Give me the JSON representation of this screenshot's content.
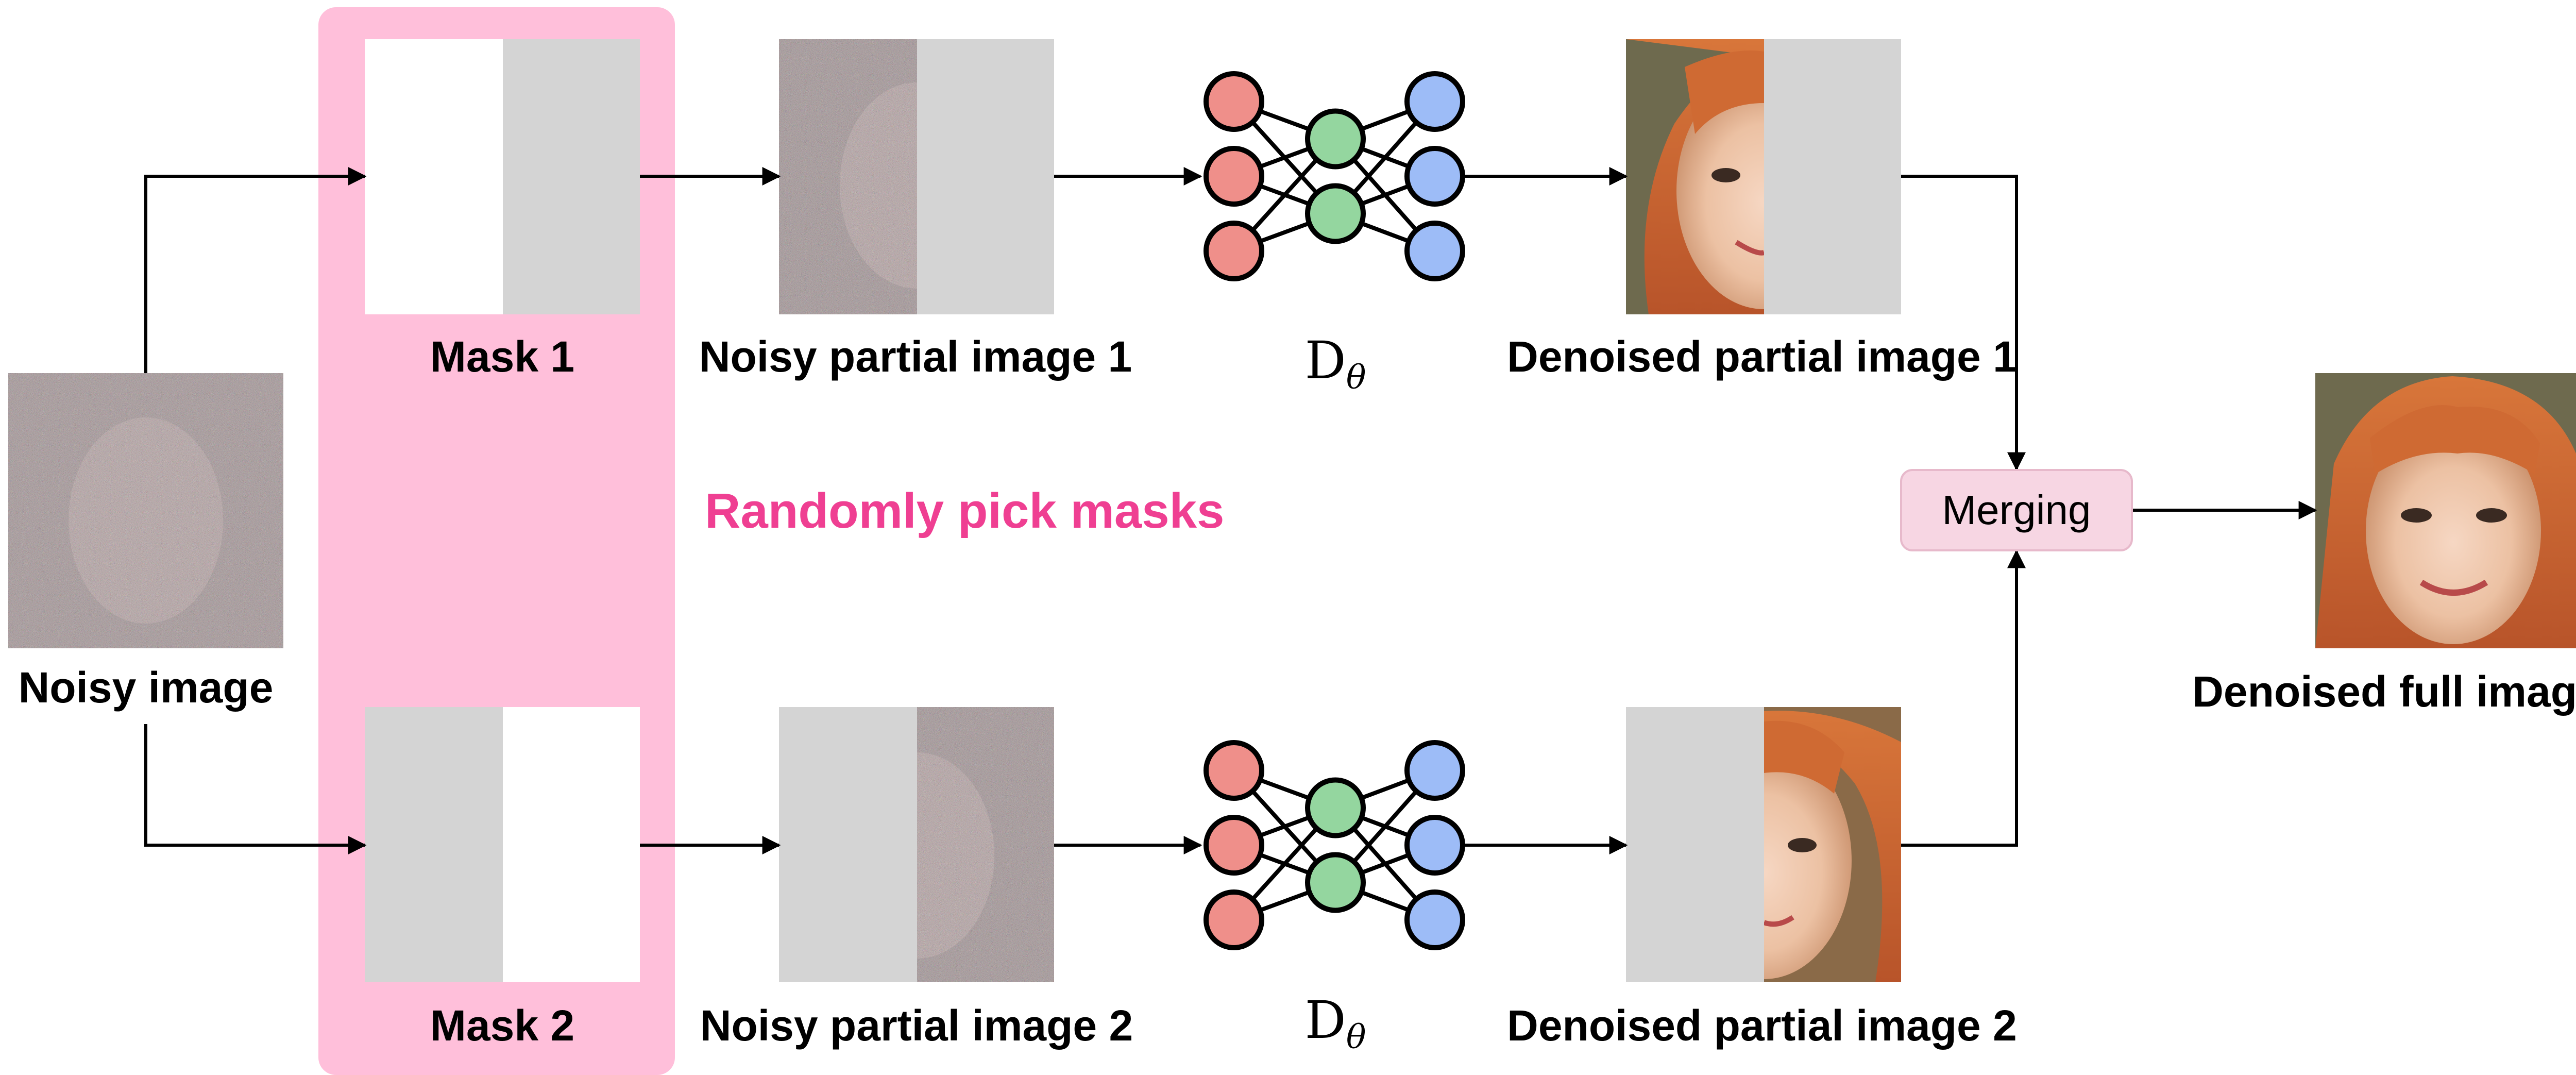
{
  "labels": {
    "noisy_image": "Noisy image",
    "mask_1": "Mask 1",
    "mask_2": "Mask 2",
    "noisy_partial_1": "Noisy partial image 1",
    "noisy_partial_2": "Noisy partial image 2",
    "denoiser_1": "D",
    "denoiser_2": "D",
    "denoiser_subscript": "θ",
    "denoised_partial_1": "Denoised partial image 1",
    "denoised_partial_2": "Denoised partial image 2",
    "randomly_pick": "Randomly pick masks",
    "merging": "Merging",
    "denoised_full": "Denoised full image"
  },
  "colors": {
    "mask_panel": "#ffbfda",
    "mask_gray": "#d4d4d4",
    "random_text": "#ef3f92",
    "merge_fill": "#f7d6e3",
    "node_input": "#ef8f8a",
    "node_hidden": "#94d69f",
    "node_output": "#9dbcf7"
  }
}
